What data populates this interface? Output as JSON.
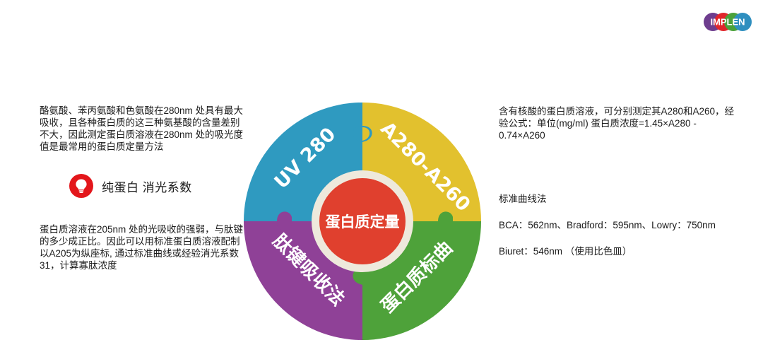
{
  "brand": {
    "logo_text": "IMPLEN",
    "colors": [
      "#6e3d8e",
      "#e0262b",
      "#4aa13a",
      "#2f8fbf"
    ]
  },
  "left": {
    "uv280_description": "酪氨酸、苯丙氨酸和色氨酸在280nm 处具有最大吸收，且各种蛋白质的这三种氨基酸的含量差别不大，因此测定蛋白质溶液在280nm 处的吸光度值是最常用的蛋白质定量方法",
    "badge": {
      "icon": "lightbulb-icon",
      "label": "纯蛋白  消光系数"
    },
    "a205_description": "蛋白质溶液在205nm 处的光吸收的强弱，与肽键的多少成正比。因此可以用标准蛋白质溶液配制以A205为纵座标, 通过标准曲线或经验消光系数31，计算寡肽浓度"
  },
  "right": {
    "a280_a260_description": "含有核酸的蛋白质溶液，可分别测定其A280和A260，经验公式：单位(mg/ml) 蛋白质浓度=1.45×A280 - 0.74×A260",
    "standard_curve": {
      "title": "标准曲线法",
      "methods": "BCA：562nm、Bradford：595nm、Lowry：750nm",
      "biuret": "Biuret：546nm （使用比色皿）"
    }
  },
  "puzzle": {
    "center": "蛋白质定量",
    "pieces": {
      "top_left": {
        "label": "UV 280",
        "color": "#2f9ac0"
      },
      "top_right": {
        "label": "A280-A260",
        "color": "#e2c12e"
      },
      "bottom_right": {
        "label": "蛋白质标曲",
        "color": "#4ea23a"
      },
      "bottom_left": {
        "label": "肽键吸收法",
        "color": "#8f4197"
      }
    },
    "center_color": "#e0402e",
    "ring_color": "#eee9dc"
  }
}
